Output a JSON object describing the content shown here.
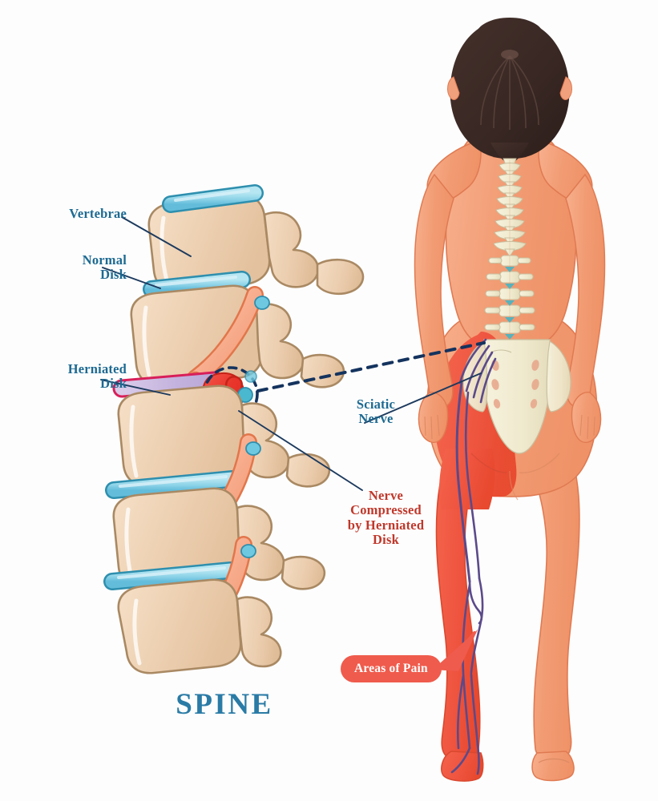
{
  "diagram": {
    "title": "SPINE",
    "background_color": "#fdfdfd"
  },
  "labels": {
    "vertebrae": "Vertebrae",
    "normal_disk": "Normal\nDisk",
    "herniated_disk": "Herniated\nDisk",
    "sciatic_nerve": "Sciatic\nNerve",
    "nerve_compressed": "Nerve\nCompressed\nby Herniated\nDisk",
    "areas_of_pain": "Areas of Pain"
  },
  "colors": {
    "label_blue": "#1d6a92",
    "label_red": "#c0382b",
    "title_blue": "#2a7ba6",
    "badge_red": "#ef5b4c",
    "badge_text": "#ffffff",
    "vertebra_fill": "#eccfb2",
    "vertebra_stroke": "#a98963",
    "disk_fill": "#8fd4e8",
    "disk_stroke": "#2e8fae",
    "herniated_fill": "#c9b8e0",
    "herniated_stroke": "#d81f5a",
    "nerve_normal": "#f6ab8d",
    "nerve_normal_stroke": "#e2764b",
    "nerve_compressed": "#e8342a",
    "skin": "#f3a07a",
    "skin_pain": "#ef5540",
    "hair": "#3b2a26",
    "bone_cream": "#f0ecd2",
    "bone_stroke": "#c9c0a0",
    "sciatic_line": "#5b4a8a",
    "leader_line": "#1c3a5e",
    "dashed_line": "#14335e"
  },
  "anatomy": {
    "spine_section": {
      "name": "lumbar-spine-lateral-view",
      "vertebra_count": 5,
      "disk_count": 4,
      "normal_disks": 3,
      "herniated_disks": 1,
      "nerve_roots": 4,
      "compressed_nerve_roots": 1
    },
    "body_figure": {
      "name": "female-figure-posterior-view",
      "pain_side": "left",
      "pain_regions": [
        "buttock",
        "thigh",
        "calf",
        "foot"
      ],
      "visible_bones": [
        "cervical-spine",
        "thoracic-spine",
        "lumbar-spine",
        "sacrum"
      ]
    },
    "callout": {
      "marker": "dashed-circle",
      "connector": "dashed-line",
      "target": "lumbar-region"
    }
  }
}
